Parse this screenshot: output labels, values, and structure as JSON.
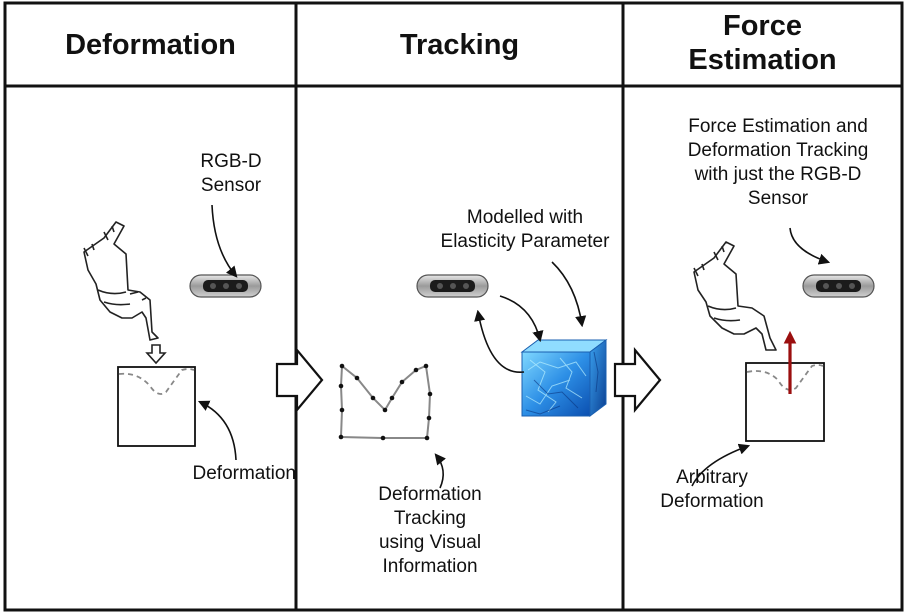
{
  "columns": [
    {
      "title": "Deformation"
    },
    {
      "title": "Tracking"
    },
    {
      "title_line1": "Force",
      "title_line2": "Estimation"
    }
  ],
  "labels": {
    "rgbd_sensor": [
      "RGB-D",
      "Sensor"
    ],
    "deformation": "Deformation",
    "modelled": [
      "Modelled with",
      "Elasticity Parameter"
    ],
    "deformation_tracking": [
      "Deformation",
      "Tracking",
      "using Visual",
      "Information"
    ],
    "force_estimation_note": [
      "Force Estimation and",
      "Deformation Tracking",
      "with just the RGB-D",
      "Sensor"
    ],
    "arbitrary_deformation": [
      "Arbitrary",
      "Deformation"
    ]
  },
  "colors": {
    "border": "#111111",
    "force_arrow": "#9b0f0f",
    "deformation_curve": "#888888",
    "cube_base": "#1e7fd6",
    "cube_light": "#7fd8ff"
  },
  "icons": [
    "pointing-hand-icon",
    "rgbd-camera-icon",
    "down-arrow-icon",
    "process-arrow-icon",
    "elastic-cube-icon"
  ]
}
